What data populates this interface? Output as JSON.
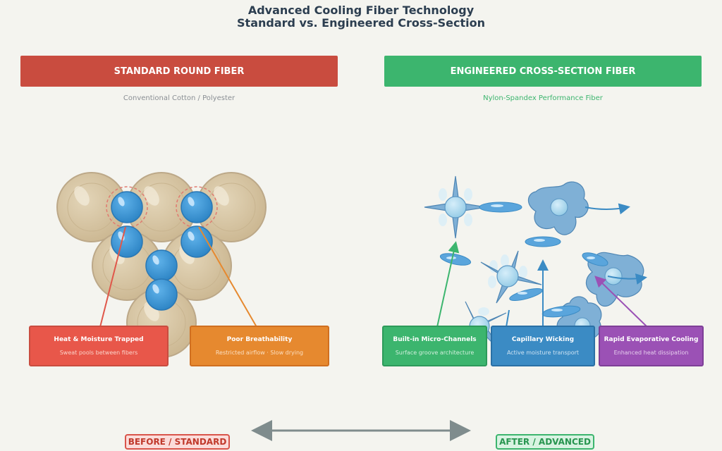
{
  "header": {
    "title_line1": "Advanced Cooling Fiber Technology",
    "title_line2": "Standard vs. Engineered Cross-Section"
  },
  "left": {
    "banner": "STANDARD ROUND FIBER",
    "subtitle": "Conventional Cotton / Polyester",
    "boxes": [
      {
        "title": "Heat & Moisture Trapped",
        "subtitle": "Sweat pools between fibers"
      },
      {
        "title": "Poor Breathability",
        "subtitle": "Restricted airflow · Slow drying"
      }
    ]
  },
  "right": {
    "banner": "ENGINEERED CROSS-SECTION FIBER",
    "subtitle": "Nylon-Spandex Performance Fiber",
    "boxes": [
      {
        "title": "Built-in Micro-Channels",
        "subtitle": "Surface groove architecture"
      },
      {
        "title": "Capillary Wicking",
        "subtitle": "Active moisture transport"
      },
      {
        "title": "Rapid Evaporative Cooling",
        "subtitle": "Enhanced heat dissipation"
      }
    ]
  },
  "footer": {
    "before_label": "BEFORE / STANDARD",
    "after_label": "AFTER / ADVANCED"
  },
  "colors": {
    "red": "#c94c3f",
    "green": "#3cb56e",
    "orange": "#e6892f",
    "blue": "#3b8bc4",
    "purple": "#9b51b5",
    "fiber_tan": "#d6c4a2",
    "water_blue": "#3d9ad8"
  }
}
